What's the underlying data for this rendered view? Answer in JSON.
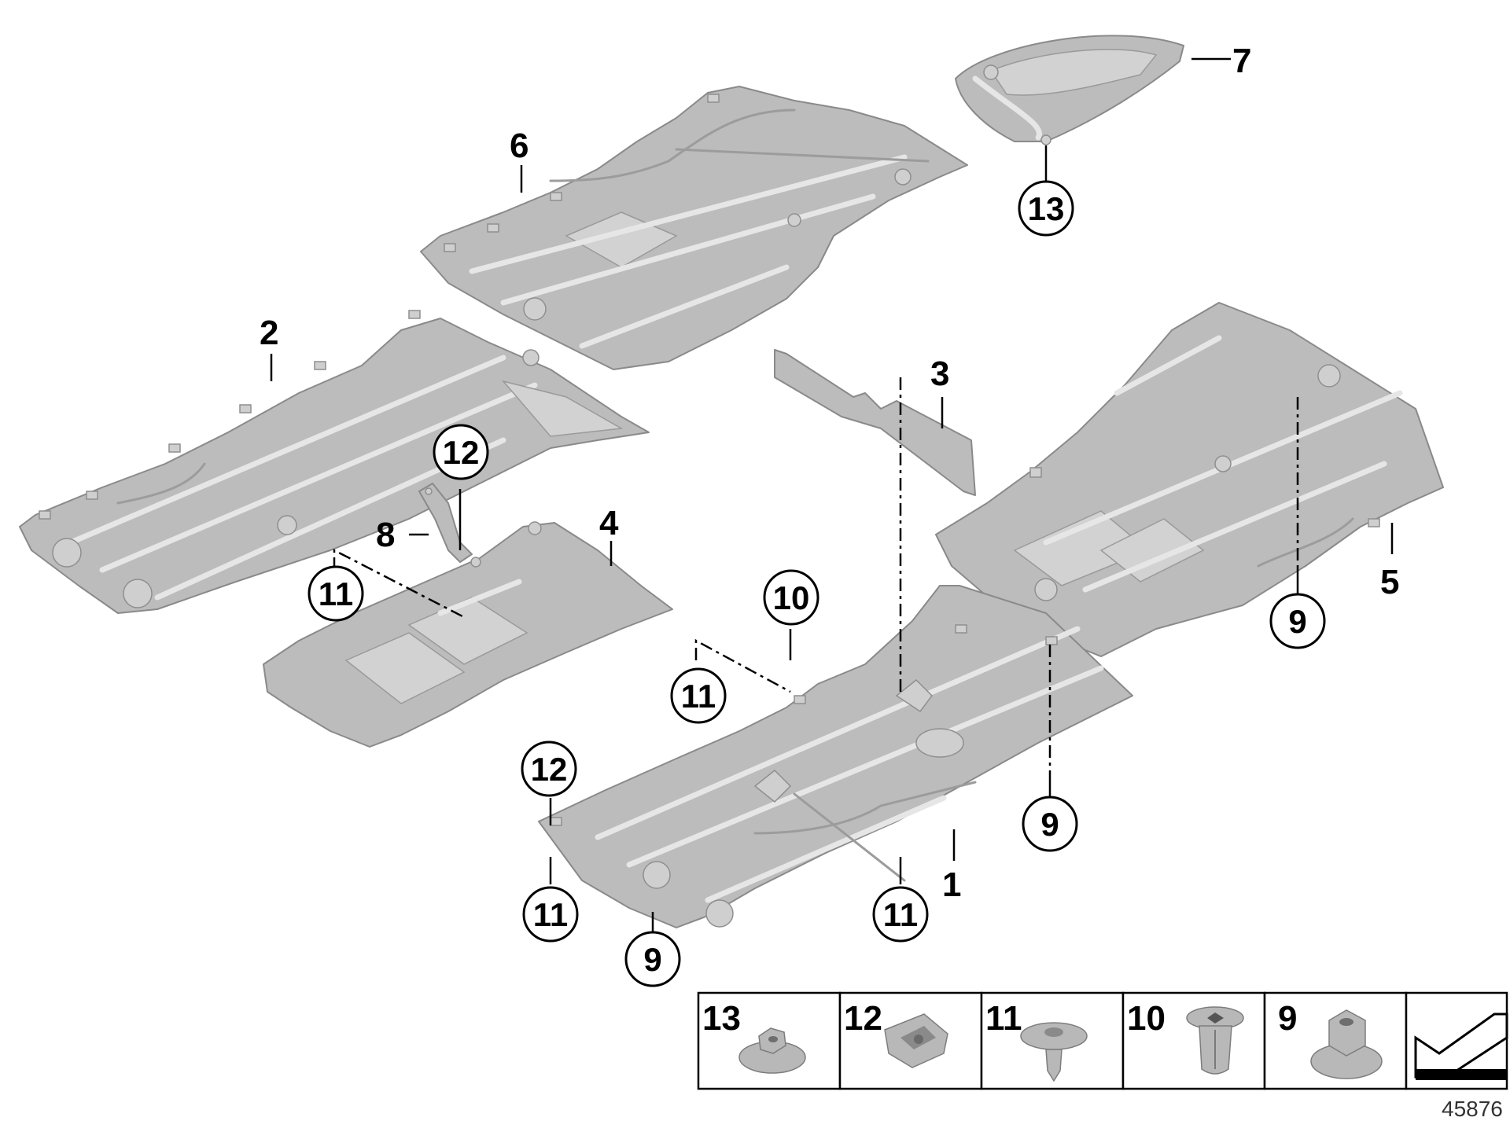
{
  "part_labels": {
    "p1": "1",
    "p2": "2",
    "p3": "3",
    "p4": "4",
    "p5": "5",
    "p6": "6",
    "p7": "7",
    "p8": "8"
  },
  "callouts": {
    "c13_top": "13",
    "c12_left": "12",
    "c11_left": "11",
    "c10": "10",
    "c11_mid": "11",
    "c12_bottom": "12",
    "c11_bottom_left": "11",
    "c9_bottom": "9",
    "c11_bottom_mid": "11",
    "c9_mid": "9",
    "c9_right": "9"
  },
  "fastener_table": {
    "cells": [
      {
        "number": "13",
        "icon": "flange-nut-icon"
      },
      {
        "number": "12",
        "icon": "spring-clip-icon"
      },
      {
        "number": "11",
        "icon": "push-rivet-icon"
      },
      {
        "number": "10",
        "icon": "expanding-nut-icon"
      },
      {
        "number": "9",
        "icon": "hex-collar-nut-icon"
      },
      {
        "number": "",
        "icon": "direction-arrow-icon"
      }
    ]
  },
  "document_number": "45876"
}
